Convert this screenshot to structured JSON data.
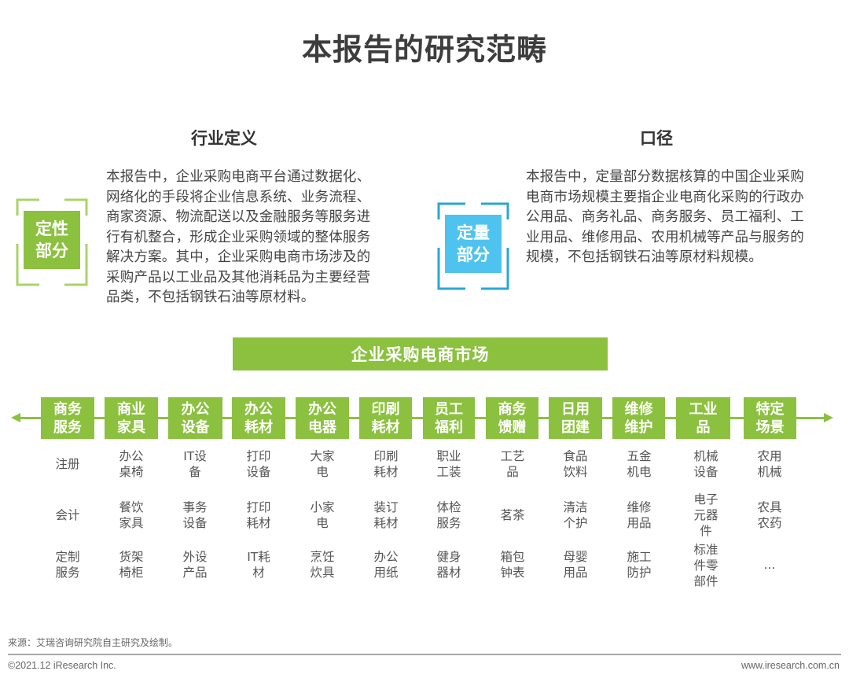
{
  "page": {
    "title": "本报告的研究范畴"
  },
  "qualitative": {
    "heading": "行业定义",
    "badge_label": "定性部分",
    "badge_color": "#8bc13f",
    "frame_color": "#a9d46a",
    "description": "本报告中，企业采购电商平台通过数据化、网络化的手段将企业信息系统、业务流程、商家资源、物流配送以及金融服务等服务进行有机整合，形成企业采购领域的整体服务解决方案。其中，企业采购电商市场涉及的采购产品以工业品及其他消耗品为主要经营品类，不包括钢铁石油等原材料。"
  },
  "quantitative": {
    "heading": "口径",
    "badge_label": "定量部分",
    "badge_color": "#4fc3ef",
    "frame_color": "#2ba6d6",
    "description": "本报告中，定量部分数据核算的中国企业采购电商市场规模主要指企业电商化采购的行政办公用品、商务礼品、商务服务、员工福利、工业用品、维修用品、农用机械等产品与服务的规模，不包括钢铁石油等原材料规模。"
  },
  "market": {
    "label": "企业采购电商市场",
    "color": "#8bc13f"
  },
  "categories": [
    {
      "label": "商务\n服务",
      "items": [
        "注册",
        "会计",
        "定制\n服务"
      ]
    },
    {
      "label": "商业\n家具",
      "items": [
        "办公\n桌椅",
        "餐饮\n家具",
        "货架\n椅柜"
      ]
    },
    {
      "label": "办公\n设备",
      "items": [
        "IT设\n备",
        "事务\n设备",
        "外设\n产品"
      ]
    },
    {
      "label": "办公\n耗材",
      "items": [
        "打印\n设备",
        "打印\n耗材",
        "IT耗\n材"
      ]
    },
    {
      "label": "办公\n电器",
      "items": [
        "大家\n电",
        "小家\n电",
        "烹饪\n炊具"
      ]
    },
    {
      "label": "印刷\n耗材",
      "items": [
        "印刷\n耗材",
        "装订\n耗材",
        "办公\n用纸"
      ]
    },
    {
      "label": "员工\n福利",
      "items": [
        "职业\n工装",
        "体检\n服务",
        "健身\n器材"
      ]
    },
    {
      "label": "商务\n馈赠",
      "items": [
        "工艺\n品",
        "茗茶",
        "箱包\n钟表"
      ]
    },
    {
      "label": "日用\n团建",
      "items": [
        "食品\n饮料",
        "清洁\n个护",
        "母婴\n用品"
      ]
    },
    {
      "label": "维修\n维护",
      "items": [
        "五金\n机电",
        "维修\n用品",
        "施工\n防护"
      ]
    },
    {
      "label": "工业\n品",
      "items": [
        "机械\n设备",
        "电子\n元器\n件",
        "标准\n件零\n部件"
      ]
    },
    {
      "label": "特定\n场景",
      "items": [
        "农用\n机械",
        "农具\n农药",
        "..."
      ]
    }
  ],
  "footer": {
    "source": "来源：艾瑞咨询研究院自主研究及绘制。",
    "copyright": "©2021.12 iResearch Inc.",
    "website": "www.iresearch.com.cn"
  }
}
